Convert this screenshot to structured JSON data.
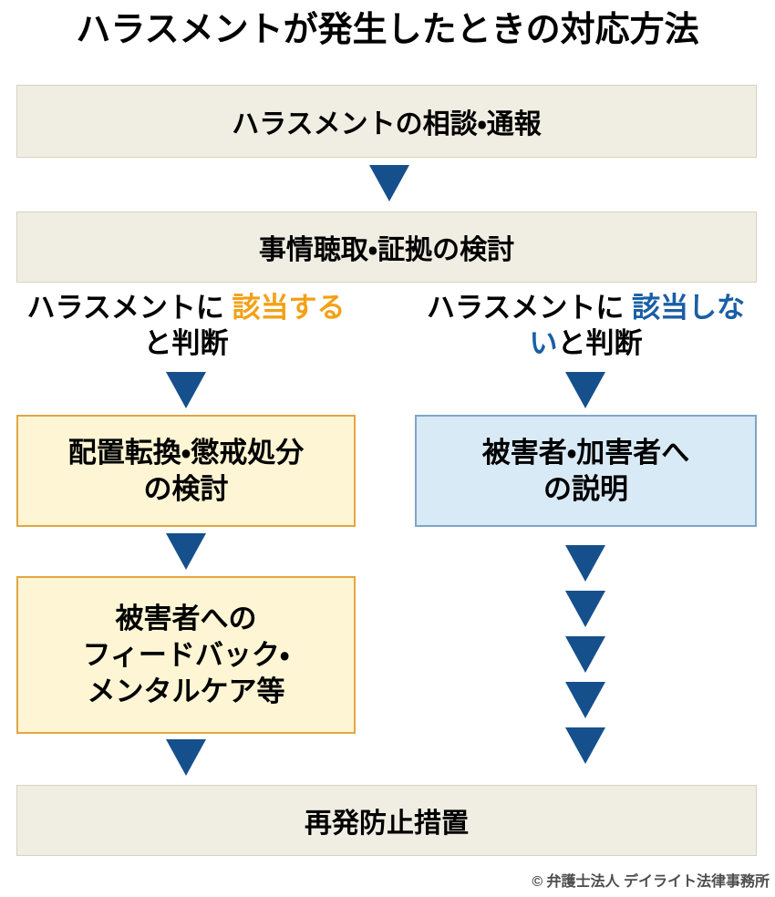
{
  "page": {
    "title": "ハラスメントが発生したときの対応方法",
    "copyright": "© 弁護士法人 デイライト法律事務所"
  },
  "colors": {
    "navy_arrow": "#16508c",
    "beige_bg": "#f0eee3",
    "beige_border": "#d5d2c0",
    "yellow_bg": "#fdf5d3",
    "yellow_border": "#e2a643",
    "blue_bg": "#d9eaf7",
    "blue_border": "#7fa6c6",
    "orange_text": "#f2a115",
    "blue_text": "#1a5fa5",
    "copyright_gray": "#4d4d4d"
  },
  "flow": {
    "step_consultation": "ハラスメントの相談・通報",
    "step_hearing": "事情聴取・証拠の検討",
    "left_branch": {
      "label_line1": "ハラスメントに",
      "label_highlight": "該当する",
      "label_rest": "と判断",
      "action_box_line1": "配置転換・懲戒処分",
      "action_box_line2": "の検討",
      "care_box_line1": "被害者への",
      "care_box_line2": "フィードバック・",
      "care_box_line3": "メンタルケア等"
    },
    "right_branch": {
      "label_line1": "ハラスメントに",
      "label_highlight": "該当しない",
      "label_rest": "と判断",
      "explain_box_line1": "被害者・加害者へ",
      "explain_box_line2": "の説明"
    },
    "step_final": "再発防止措置"
  }
}
